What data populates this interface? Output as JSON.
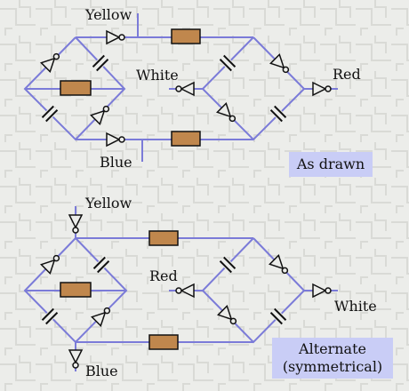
{
  "colors": {
    "background": "#ecedea",
    "wire": "#7b7bd8",
    "component_stroke": "#111111",
    "resistor_fill": "#c0874d",
    "caption_box": "#c9cdf6"
  },
  "icons": {
    "diode": "triangle-with-circle",
    "capacitor": "parallel-plates",
    "resistor": "filled-rectangle"
  },
  "top_diagram": {
    "labels": {
      "yellow": "Yellow",
      "white": "White",
      "red": "Red",
      "blue": "Blue"
    },
    "caption": "As drawn"
  },
  "bottom_diagram": {
    "labels": {
      "yellow": "Yellow",
      "red": "Red",
      "white": "White",
      "blue": "Blue"
    },
    "caption_line1": "Alternate",
    "caption_line2": "(symmetrical)"
  }
}
